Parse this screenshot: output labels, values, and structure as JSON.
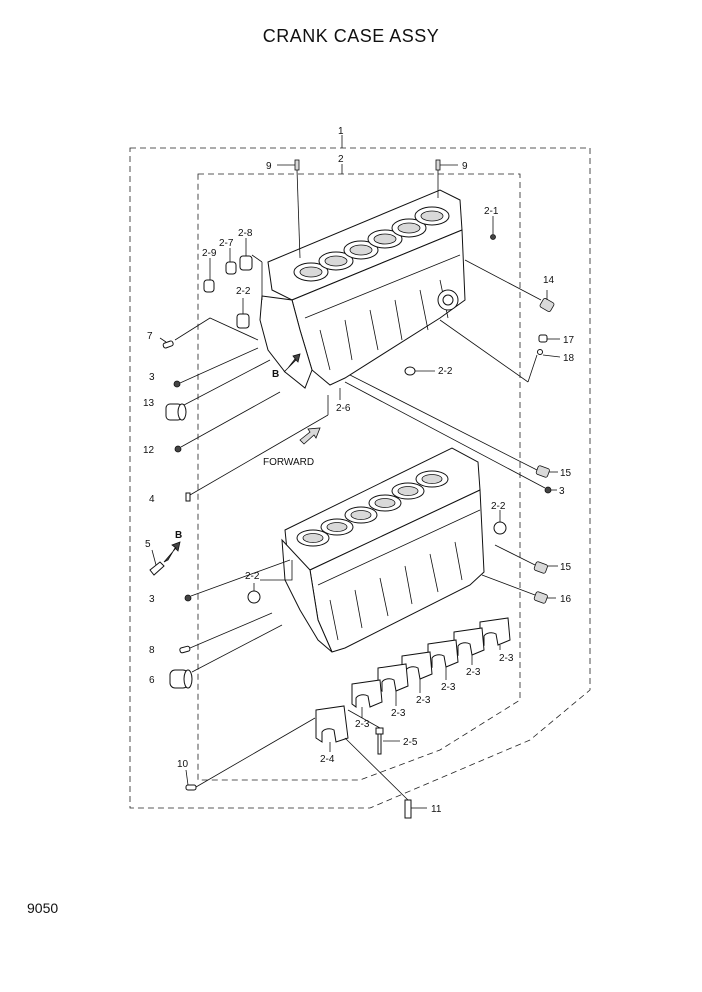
{
  "title": "CRANK CASE ASSY",
  "page_number": "9050",
  "view_marks": {
    "b_upper": "B",
    "b_lower": "B"
  },
  "forward_label": "FORWARD",
  "callouts": {
    "c1": "1",
    "c2": "2",
    "c9a": "9",
    "c9b": "9",
    "c21": "2-1",
    "c29": "2-9",
    "c27": "2-7",
    "c28": "2-8",
    "c22a": "2-2",
    "c7": "7",
    "c3a": "3",
    "c13": "13",
    "c12": "12",
    "c4": "4",
    "c14": "14",
    "c17": "17",
    "c18": "18",
    "c22b": "2-2",
    "c26": "2-6",
    "c15a": "15",
    "c3b": "3",
    "c22c": "2-2",
    "c5": "5",
    "c22d": "2-2",
    "c3c": "3",
    "c15b": "15",
    "c16": "16",
    "c8": "8",
    "c6": "6",
    "c23a": "2-3",
    "c23b": "2-3",
    "c23c": "2-3",
    "c23d": "2-3",
    "c23e": "2-3",
    "c23f": "2-3",
    "c25": "2-5",
    "c24": "2-4",
    "c10": "10",
    "c11": "11"
  }
}
